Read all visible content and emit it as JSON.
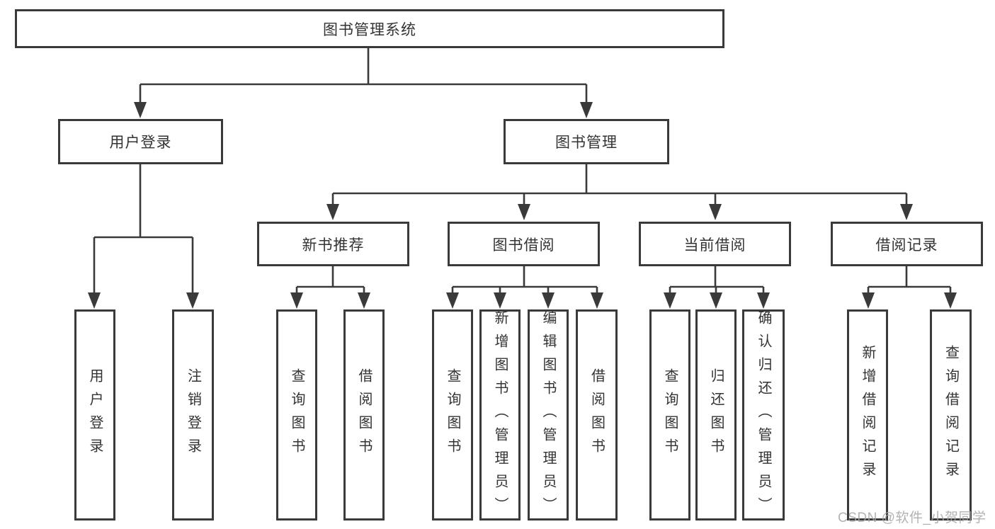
{
  "diagram": {
    "root": {
      "label": "图书管理系统"
    },
    "level1": [
      {
        "label": "用户登录"
      },
      {
        "label": "图书管理"
      }
    ],
    "level2": [
      {
        "label": "新书推荐"
      },
      {
        "label": "图书借阅"
      },
      {
        "label": "当前借阅"
      },
      {
        "label": "借阅记录"
      }
    ],
    "leaves": [
      {
        "label": "用户登录"
      },
      {
        "label": "注销登录"
      },
      {
        "label": "查询图书"
      },
      {
        "label": "借阅图书"
      },
      {
        "label": "查询图书"
      },
      {
        "label": "新增图书（管理员）"
      },
      {
        "label": "编辑图书（管理员）"
      },
      {
        "label": "借阅图书"
      },
      {
        "label": "查询图书"
      },
      {
        "label": "归还图书"
      },
      {
        "label": "确认归还（管理员）"
      },
      {
        "label": "新增借阅记录"
      },
      {
        "label": "查询借阅记录"
      }
    ],
    "line_color": "#3a3a3a",
    "text_color": "#333333"
  },
  "watermark": {
    "text": "CSDN @软件_小贺同学"
  }
}
